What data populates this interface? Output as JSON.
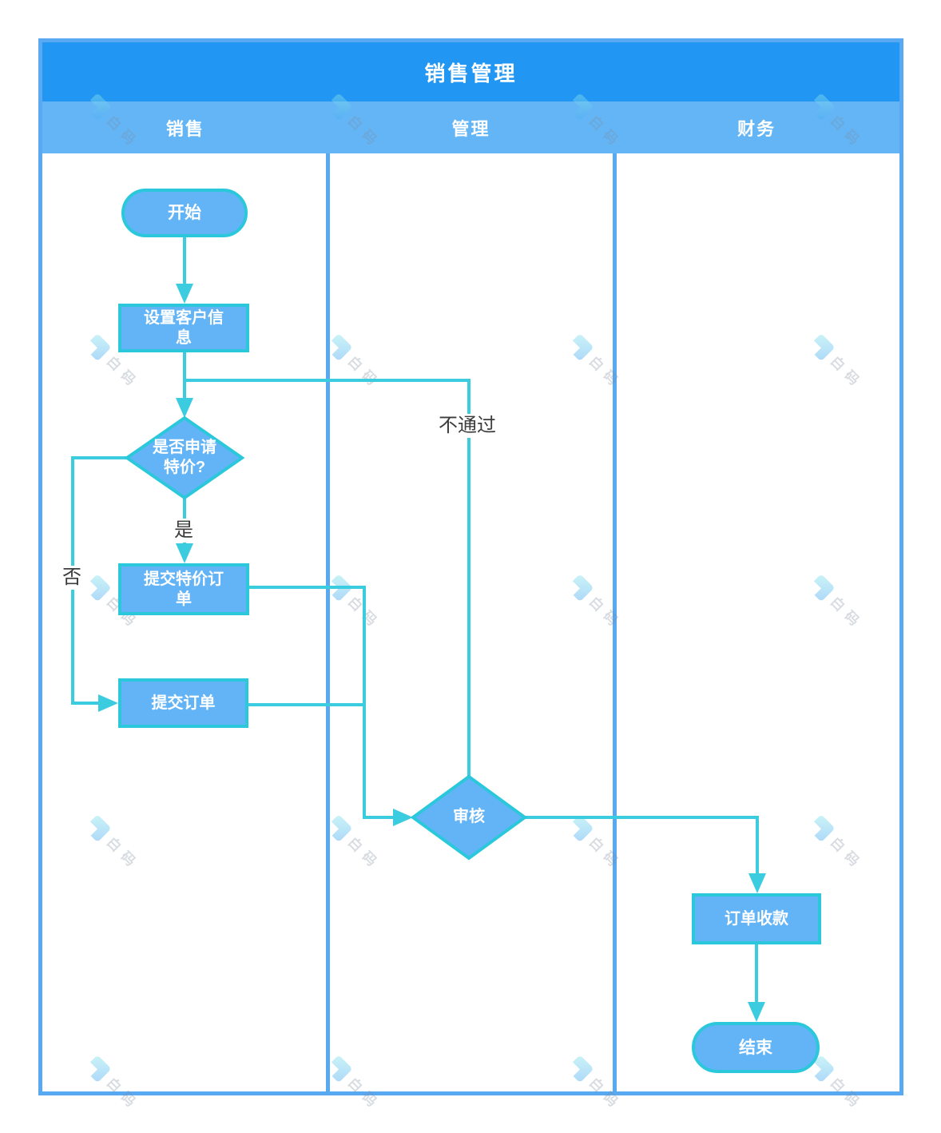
{
  "title": "销售管理",
  "lanes": [
    {
      "label": "销售"
    },
    {
      "label": "管理"
    },
    {
      "label": "财务"
    }
  ],
  "nodes": {
    "start": {
      "label": "开始",
      "type": "start-end",
      "lane": "销售"
    },
    "set_customer_info": {
      "label": "设置客户信息",
      "type": "process",
      "lane": "销售"
    },
    "is_special_price": {
      "label": "是否申请特价?",
      "type": "decision",
      "lane": "销售"
    },
    "submit_special_order": {
      "label": "提交特价订单",
      "type": "process",
      "lane": "销售"
    },
    "submit_order": {
      "label": "提交订单",
      "type": "process",
      "lane": "销售"
    },
    "review": {
      "label": "审核",
      "type": "decision",
      "lane": "管理"
    },
    "order_payment": {
      "label": "订单收款",
      "type": "process",
      "lane": "财务"
    },
    "end": {
      "label": "结束",
      "type": "start-end",
      "lane": "财务"
    }
  },
  "edge_labels": {
    "yes": "是",
    "no": "否",
    "not_pass": "不通过"
  },
  "edges": [
    {
      "from": "start",
      "to": "set_customer_info"
    },
    {
      "from": "set_customer_info",
      "to": "is_special_price"
    },
    {
      "from": "is_special_price",
      "to": "submit_special_order",
      "label": "是"
    },
    {
      "from": "is_special_price",
      "to": "submit_order",
      "label": "否"
    },
    {
      "from": "submit_special_order",
      "to": "review"
    },
    {
      "from": "submit_order",
      "to": "review"
    },
    {
      "from": "review",
      "to": "is_special_price",
      "label": "不通过"
    },
    {
      "from": "review",
      "to": "order_payment"
    },
    {
      "from": "order_payment",
      "to": "end"
    }
  ],
  "watermark": {
    "text": "白码"
  },
  "colors": {
    "title_bar": "#2196F3",
    "lane_bar": "#64B5F6",
    "frame_border": "#58A8F2",
    "node_fill": "#63B4F6",
    "node_border": "#2BC7DB",
    "connector": "#3BCDDF",
    "label_text": "#3C3C3C"
  }
}
